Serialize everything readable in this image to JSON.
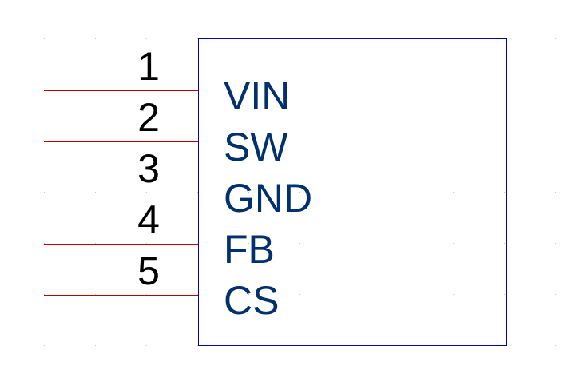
{
  "component": {
    "pins": [
      {
        "number": "1",
        "name": "VIN"
      },
      {
        "number": "2",
        "name": "SW"
      },
      {
        "number": "3",
        "name": "GND"
      },
      {
        "number": "4",
        "name": "FB"
      },
      {
        "number": "5",
        "name": "CS"
      }
    ]
  },
  "colors": {
    "background": "#ffffff",
    "grid_dot": "#c8c8c8",
    "body_outline": "#0000b4",
    "pin_line": "#c00000",
    "pin_number": "#000000",
    "pin_name": "#00306e"
  }
}
